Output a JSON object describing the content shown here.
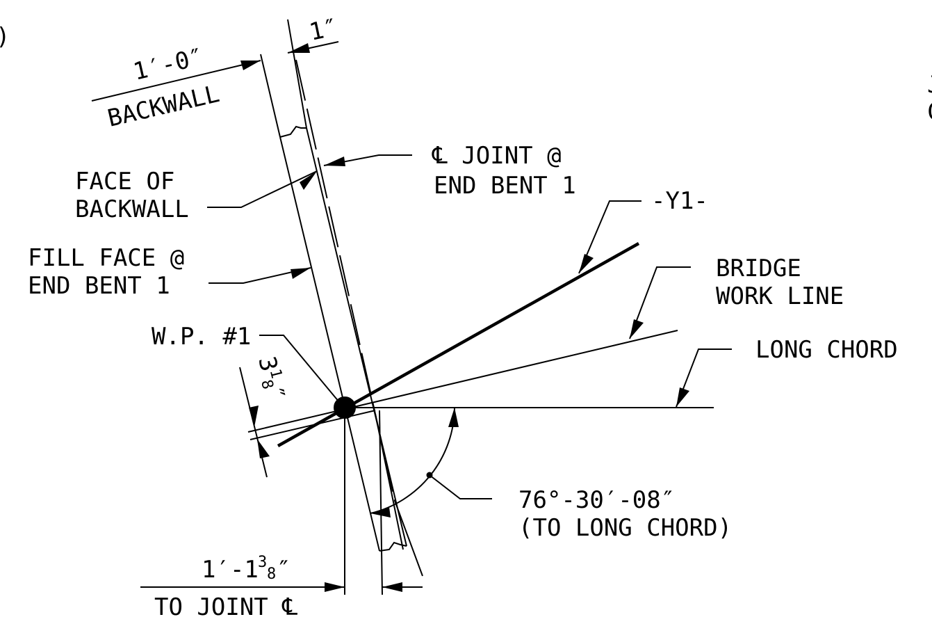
{
  "labels": {
    "dim_1_0": "1′-0″",
    "backwall": "BACKWALL",
    "dim_1in": "1″",
    "joint_l1": "℄ JOINT @",
    "joint_l2": "END BENT 1",
    "face_l1": "FACE OF",
    "face_l2": "BACKWALL",
    "fill_l1": "FILL FACE @",
    "fill_l2": "END BENT 1",
    "y1": "-Y1-",
    "bwl_l1": "BRIDGE",
    "bwl_l2": "WORK LINE",
    "long_chord": "LONG CHORD",
    "wp": "W.P. #1",
    "dim_3_whole": "3",
    "dim_3_num": "1",
    "dim_3_den": "8",
    "dim_3_unit": "″",
    "angle_l1": "76°-30′-08″",
    "angle_l2": "(TO LONG CHORD)",
    "dim_113_whole": "1′-1",
    "dim_113_num": "3",
    "dim_113_den": "8",
    "dim_113_unit": "″",
    "to_joint": "TO JOINT ℄",
    "edge_left": ")",
    "edge_right_1": "J",
    "edge_right_2": "C"
  }
}
